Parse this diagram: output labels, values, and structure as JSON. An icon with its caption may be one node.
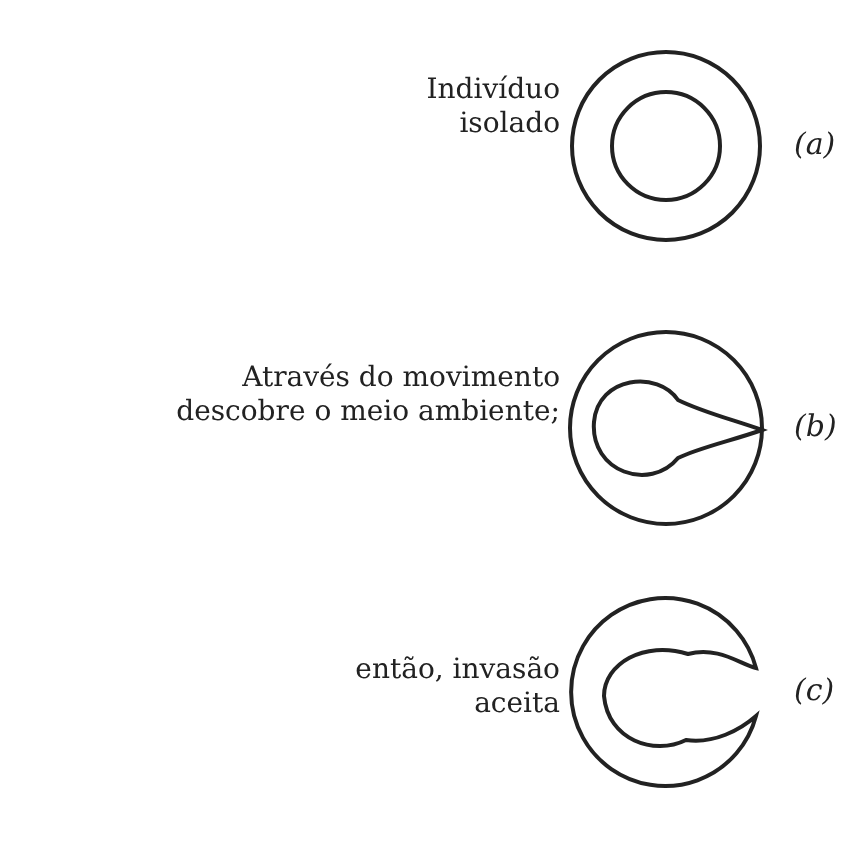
{
  "diagram": {
    "nodes": [
      {
        "text": [],
        "shape": "picture",
        "beside": [
          "Indivíduo isolado",
          "(a)"
        ]
      },
      {
        "text": [],
        "shape": "picture",
        "beside": [
          "Através do movimento descobre o meio ambiente;",
          "(b)"
        ]
      },
      {
        "text": [],
        "shape": "picture",
        "beside": [
          "então, invasão aceita",
          "(c)"
        ]
      }
    ],
    "edges": []
  }
}
